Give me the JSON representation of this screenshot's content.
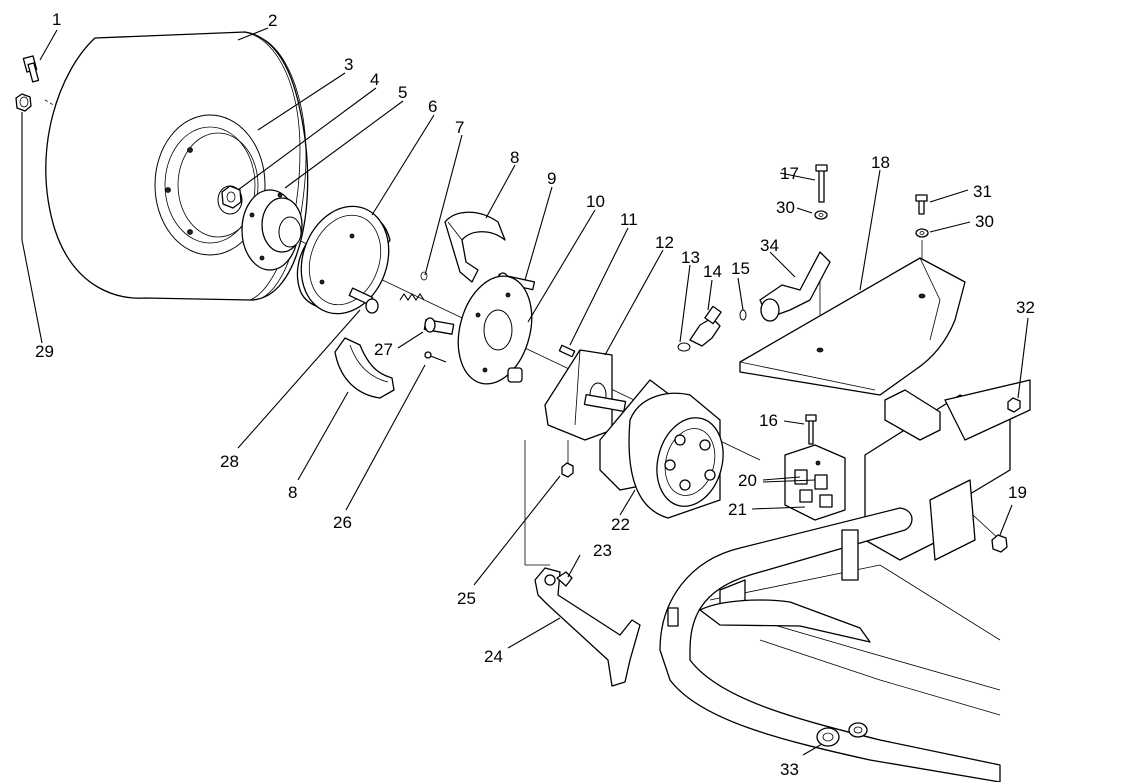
{
  "callouts": [
    "1",
    "2",
    "3",
    "4",
    "5",
    "6",
    "7",
    "8",
    "9",
    "10",
    "11",
    "12",
    "13",
    "14",
    "15",
    "8",
    "16",
    "17",
    "18",
    "19",
    "20",
    "21",
    "22",
    "23",
    "24",
    "25",
    "26",
    "27",
    "28",
    "29",
    "30",
    "30",
    "31",
    "32",
    "33",
    "34"
  ]
}
